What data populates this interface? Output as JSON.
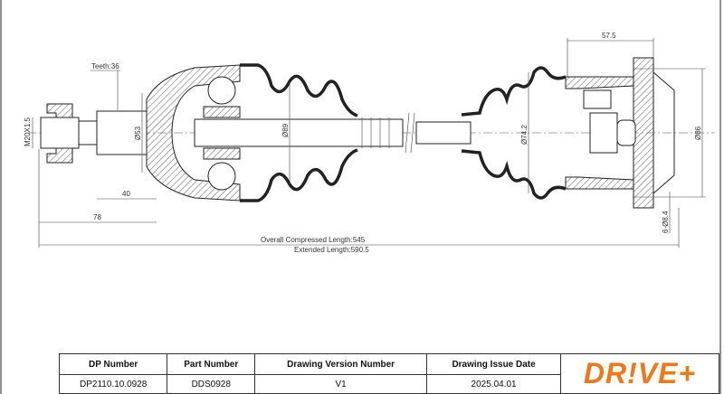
{
  "drawing": {
    "teeth": "Teeth:36",
    "thread": "M20X1.5",
    "dia_spline": "Ø53",
    "len_40": "40",
    "len_78": "78",
    "dia_outer_joint": "Ø89",
    "dia_inner_boot": "Ø74.2",
    "dia_flange": "Ø86",
    "len_57_5": "57.5",
    "bolt_holes": "6-Ø8.4",
    "overall_length": "Overall  Compressed  Length:545",
    "extended_length": "Extended  Length:590.5"
  },
  "table": {
    "headers": [
      "DP Number",
      "Part Number",
      "Drawing Version Number",
      "Drawing Issue Date"
    ],
    "values": [
      "DP2110.10.0928",
      "DDS0928",
      "V1",
      "2025.04.01"
    ]
  },
  "logo": {
    "text": "DR!VE+",
    "color": "#f07818"
  }
}
